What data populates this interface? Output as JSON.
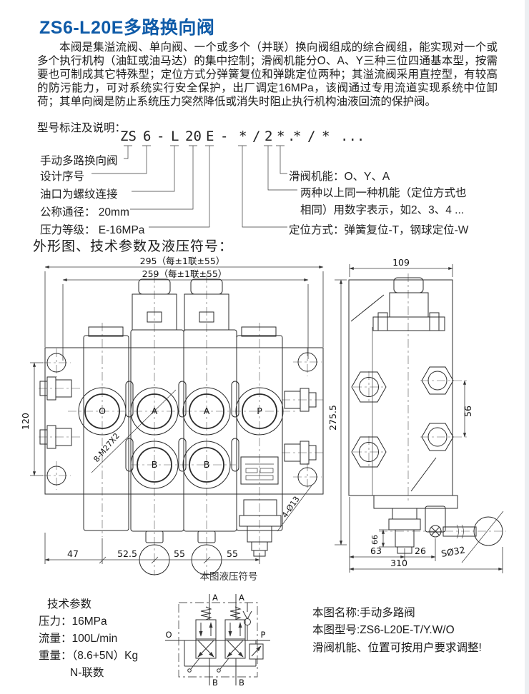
{
  "colors": {
    "title_blue": "#0f5ba8",
    "ink": "#1c1c1c"
  },
  "header": {
    "title": "ZS6-L20E多路换向阀"
  },
  "intro": {
    "text": "本阀是集溢流阀、单向阀、一个或多个（并联）换向阀组成的综合阀组，能实现对一个或多个执行机构（油缸或油马达）的集中控制；滑阀机能分O、A、Y三种三位四通基本型，按需要也可制成其它特殊型；定位方式分弹簧复位和弹跳定位两种；其溢流阀采用直控型，有较高的防污能力，可对系统实行安全保护，出厂调定16MPa，该阀通过专用流道实现系统中位卸荷；其单向阀是防止系统压力突然降低或消失时阻止执行机构油液回流的保护阀。"
  },
  "model_section": {
    "heading": "型号标注及说明：",
    "code_parts": [
      "ZS",
      "6",
      "-",
      "L",
      "20",
      "E",
      "-",
      "*",
      "/",
      "2",
      "*",
      ".",
      "*",
      "/",
      "*",
      "..."
    ],
    "left_labels": [
      "手动多路换向阀",
      "设计序号",
      "油口为螺纹连接",
      "公称通径： 20mm",
      "压力等级： E-16MPa"
    ],
    "right_labels": [
      "滑阀机能：O、Y、A",
      "两种以上同一种机能（定位方式也",
      "相同）用数字表示，如2、3、4 ...",
      "定位方式：弹簧复位-T，钢球定位-W"
    ]
  },
  "outline_section": {
    "heading": "外形图、技术参数及液压符号："
  },
  "front_view": {
    "dim_overall": "295（每±1联±55）",
    "dim_inner": "259（每±1联±55）",
    "dim_height": "120",
    "dims_bottom": [
      "47",
      "52.5",
      "55",
      "55"
    ],
    "ports": [
      "O",
      "A",
      "B",
      "A",
      "B",
      "P"
    ],
    "thread_label": "8-M27X2",
    "holes_label": "4-Ø13"
  },
  "side_view": {
    "dim_width": "109",
    "dim_height": "275.5",
    "dim_ports": "56",
    "dim_pivot": "66",
    "dim_63": "63",
    "dim_26": "26",
    "dim_total": "310",
    "ball_label": "SØ32"
  },
  "symbol": {
    "caption": "本图液压符号",
    "port_a1": "A",
    "port_a2": "A",
    "port_o": "O",
    "port_p": "P",
    "port_b1": "B",
    "port_b2": "B"
  },
  "tech_params": {
    "heading": "技术参数",
    "rows": [
      "压力：16MPa",
      "流量：100L/min",
      "重量：（8.6+5N）Kg",
      "N-联数"
    ]
  },
  "figure_info": {
    "name": "本图名称:手动多路阀",
    "model": "本图型号:ZS6-L20E-T/Y.W/O",
    "note": "滑阀机能、位置可按用户要求调整!"
  }
}
